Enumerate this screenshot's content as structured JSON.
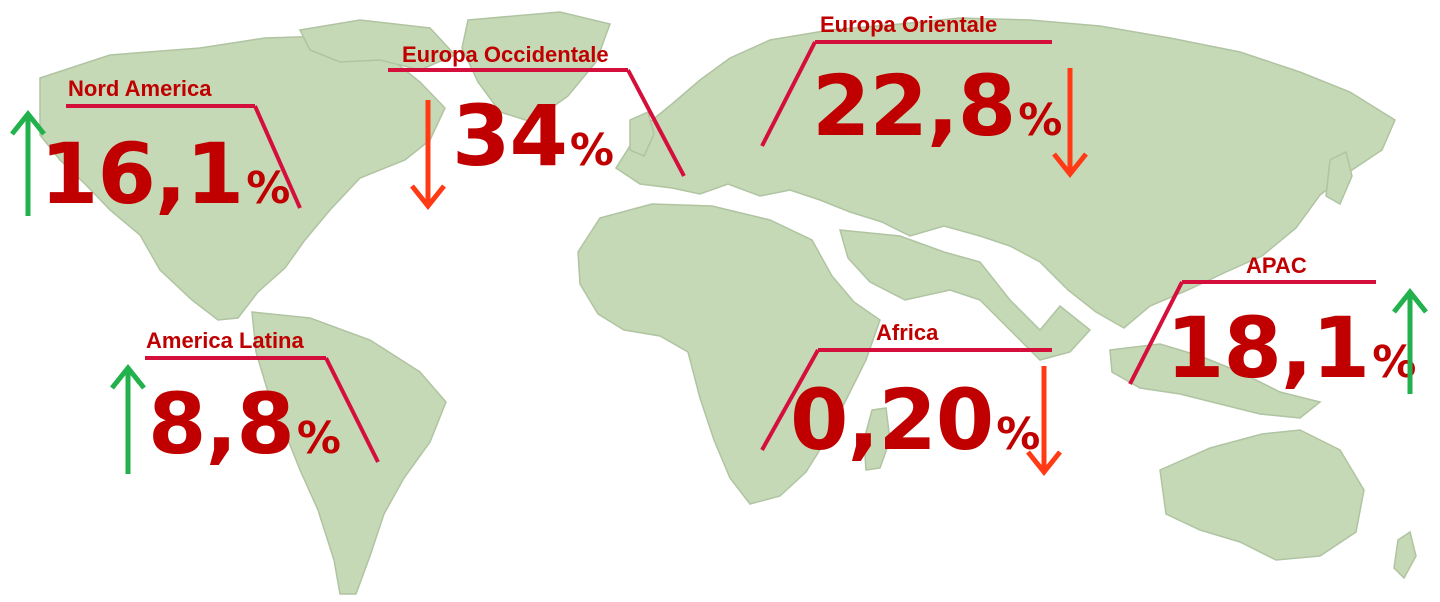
{
  "colors": {
    "land": "#c5d9b7",
    "land_border": "#b0c4a2",
    "label_text": "#c00000",
    "callout_line": "#d40f3c",
    "arrow_up": "#22b14c",
    "arrow_down": "#ff3a14"
  },
  "regions": {
    "nord_america": {
      "name": "Nord America",
      "value": "16,1",
      "unit": "%",
      "trend": "up"
    },
    "europa_occidentale": {
      "name": "Europa Occidentale",
      "value": "34",
      "unit": "%",
      "trend": "down"
    },
    "europa_orientale": {
      "name": "Europa Orientale",
      "value": "22,8",
      "unit": "%",
      "trend": "down"
    },
    "america_latina": {
      "name": "America Latina",
      "value": "8,8",
      "unit": "%",
      "trend": "up"
    },
    "africa": {
      "name": "Africa",
      "value": "0,20",
      "unit": "%",
      "trend": "down"
    },
    "apac": {
      "name": "APAC",
      "value": "18,1",
      "unit": "%",
      "trend": "up"
    }
  },
  "icons": {
    "up": "arrow-up-icon",
    "down": "arrow-down-icon"
  }
}
